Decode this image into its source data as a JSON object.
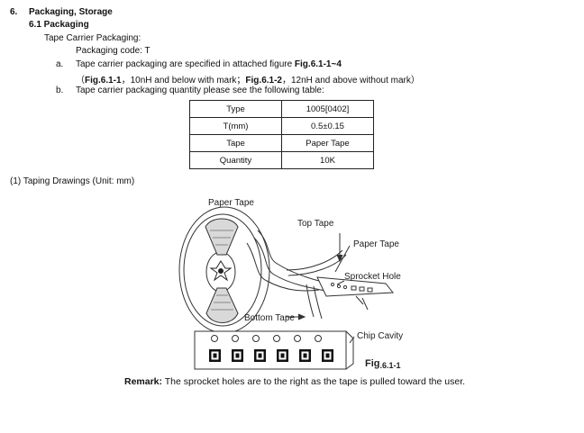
{
  "section": {
    "number": "6.",
    "title": "Packaging, Storage"
  },
  "subsection": {
    "title": "6.1 Packaging"
  },
  "tape_carrier": {
    "label": "Tape Carrier Packaging:",
    "code_label": "Packaging code: T"
  },
  "items": [
    {
      "marker": "a.",
      "text_pre": "Tape carrier packaging are specified in attached figure ",
      "ref": "Fig.6.1-1~4"
    },
    {
      "marker": "b.",
      "text": "Tape carrier packaging quantity please see the following table:"
    }
  ],
  "item_a_sub": {
    "open": "（",
    "ref1": "Fig.6.1-1",
    "mid": "，10nH and below with mark；",
    "ref2": "Fig.6.1-2",
    "end": "，12nH and above without mark）"
  },
  "table": {
    "rows": [
      [
        "Type",
        "1005[0402]"
      ],
      [
        "T(mm)",
        "0.5±0.15"
      ],
      [
        "Tape",
        "Paper Tape"
      ],
      [
        "Quantity",
        "10K"
      ]
    ]
  },
  "drawings": {
    "title": "(1)   Taping Drawings (Unit: mm)"
  },
  "figure": {
    "labels": {
      "paper_tape_reel": "Paper Tape",
      "top_tape": "Top Tape",
      "paper_tape": "Paper Tape",
      "sprocket_hole": "Sprocket Hole",
      "bottom_tape": "Bottom Tape",
      "chip_cavity": "Chip Cavity"
    },
    "caption_main": "Fig",
    "caption_sub": ".6.1-1",
    "sprocket_holes": 6,
    "chip_cavities": 6
  },
  "remark": {
    "label": "Remark:",
    "text": " The sprocket holes are to the right as the tape is pulled toward the user."
  }
}
